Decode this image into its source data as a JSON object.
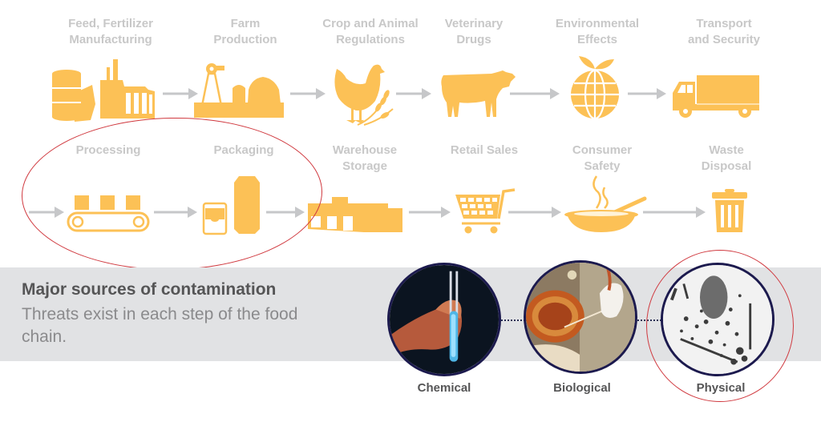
{
  "colors": {
    "icon": "#fcc156",
    "arrow": "#c6c7c9",
    "label": "#c8c8c8",
    "band": "#e1e2e4",
    "highlight": "#d0393f",
    "circle_border": "#1c1a4e",
    "title_text": "#555556",
    "subtitle_text": "#8a8a8c"
  },
  "food_chain": {
    "row1": [
      {
        "id": "feed",
        "label_line1": "Feed, Fertilizer",
        "label_line2": "Manufacturing",
        "icon": "silo-sack-factory-icon"
      },
      {
        "id": "farm",
        "label_line1": "Farm",
        "label_line2": "Production",
        "icon": "windmill-barn-icon"
      },
      {
        "id": "crop",
        "label_line1": "Crop and Animal",
        "label_line2": "Regulations",
        "icon": "chicken-wheat-icon"
      },
      {
        "id": "vet",
        "label_line1": "Veterinary",
        "label_line2": "Drugs",
        "icon": "cow-icon"
      },
      {
        "id": "env",
        "label_line1": "Environmental",
        "label_line2": "Effects",
        "icon": "globe-leaves-icon"
      },
      {
        "id": "transport",
        "label_line1": "Transport",
        "label_line2": "and Security",
        "icon": "truck-icon"
      }
    ],
    "row2": [
      {
        "id": "processing",
        "label_line1": "Processing",
        "label_line2": "",
        "icon": "conveyor-belt-icon"
      },
      {
        "id": "packaging",
        "label_line1": "Packaging",
        "label_line2": "",
        "icon": "can-carton-icon"
      },
      {
        "id": "warehouse",
        "label_line1": "Warehouse",
        "label_line2": "Storage",
        "icon": "warehouse-icon"
      },
      {
        "id": "retail",
        "label_line1": "Retail Sales",
        "label_line2": "",
        "icon": "shopping-cart-icon"
      },
      {
        "id": "consumer",
        "label_line1": "Consumer",
        "label_line2": "Safety",
        "icon": "steaming-bowl-icon"
      },
      {
        "id": "waste",
        "label_line1": "Waste",
        "label_line2": "Disposal",
        "icon": "trash-can-icon"
      }
    ],
    "highlighted_steps": [
      "Processing",
      "Packaging"
    ]
  },
  "contamination": {
    "title": "Major sources of contamination",
    "subtitle": "Threats exist in each step of the food chain.",
    "sources": [
      {
        "label": "Chemical",
        "image": "hand-holding-test-tube"
      },
      {
        "label": "Biological",
        "image": "petri-dish-with-swab"
      },
      {
        "label": "Physical",
        "image": "foreign-object-debris"
      }
    ],
    "highlighted_source": "Physical"
  }
}
